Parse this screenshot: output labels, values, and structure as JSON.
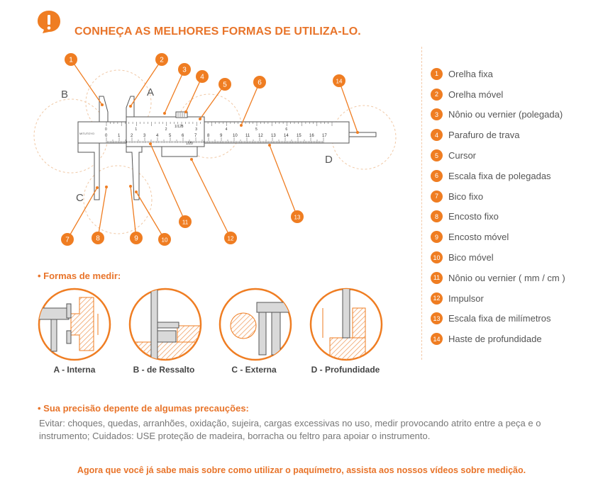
{
  "header": {
    "title": "CONHEÇA AS MELHORES FORMAS DE UTILIZA-LO.",
    "icon": "exclamation-icon"
  },
  "diagram": {
    "region_labels": {
      "b": "B",
      "a": "A",
      "c": "C",
      "d": "D"
    },
    "callouts": [
      "1",
      "2",
      "3",
      "4",
      "5",
      "6",
      "7",
      "8",
      "9",
      "10",
      "11",
      "12",
      "13",
      "14"
    ],
    "scale_main": [
      "0",
      "1",
      "2",
      "3",
      "4",
      "5",
      "6",
      "7",
      "8",
      "9",
      "10",
      "11",
      "12",
      "13",
      "14",
      "15",
      "16",
      "17"
    ],
    "scale_upper": [
      "0",
      "1",
      "2",
      "3",
      "4",
      "5",
      "6"
    ],
    "vernier_upper_label": "1/128",
    "vernier_lower_label": "1/20",
    "brand": "MITUTOYO"
  },
  "legend": [
    {
      "num": "1",
      "label": "Orelha fixa"
    },
    {
      "num": "2",
      "label": "Orelha móvel"
    },
    {
      "num": "3",
      "label": "Nônio ou vernier (polegada)"
    },
    {
      "num": "4",
      "label": "Parafuro de trava"
    },
    {
      "num": "5",
      "label": "Cursor"
    },
    {
      "num": "6",
      "label": "Escala fixa de polegadas"
    },
    {
      "num": "7",
      "label": "Bico fixo"
    },
    {
      "num": "8",
      "label": "Encosto fixo"
    },
    {
      "num": "9",
      "label": "Encosto móvel"
    },
    {
      "num": "10",
      "label": "Bico móvel"
    },
    {
      "num": "11",
      "label": "Nônio ou vernier ( mm / cm )"
    },
    {
      "num": "12",
      "label": "Impulsor"
    },
    {
      "num": "13",
      "label": "Escala fixa de milímetros"
    },
    {
      "num": "14",
      "label": "Haste de profundidade"
    }
  ],
  "forms": {
    "title": "• Formas de medir:",
    "items": [
      {
        "label": "A - Interna"
      },
      {
        "label": "B - de Ressalto"
      },
      {
        "label": "C - Externa"
      },
      {
        "label": "D - Profundidade"
      }
    ]
  },
  "precautions": {
    "title": "• Sua precisão depente de algumas precauções:",
    "text": "Evitar: choques, quedas, arranhões, oxidação, sujeira, cargas excessivas no uso, medir provocando atrito entre a peça e o instrumento; Cuidados: USE proteção de madeira, borracha ou feltro para apoiar o instrumento."
  },
  "footer": {
    "text": "Agora que você já sabe mais sobre como utilizar o paquímetro, assista aos nossos vídeos sobre medição."
  },
  "colors": {
    "accent": "#ef7d22",
    "accent_text": "#e8742a",
    "line": "#555555",
    "gray_fill": "#d9d9d9"
  }
}
